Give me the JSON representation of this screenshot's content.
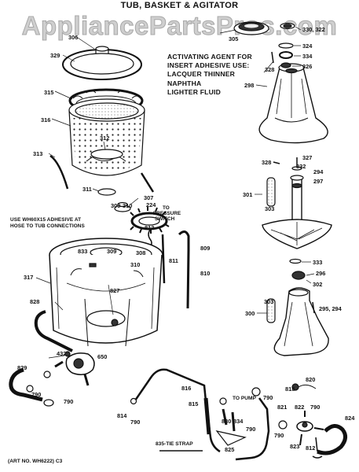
{
  "title": "TUB, BASKET & AGITATOR",
  "watermark": "AppliancePartsPros.com",
  "adhesive_note": [
    "ACTIVATING AGENT FOR",
    "INSERT ADHESIVE USE:",
    "LACQUER THINNER",
    "NAPHTHA",
    "LIGHTER FLUID"
  ],
  "hose_note": [
    "USE WH60X15 ADHESIVE AT",
    "HOSE TO TUB CONNECTIONS"
  ],
  "pressure_switch_label": [
    "TO",
    "PRESSURE",
    "SWITCH"
  ],
  "to_pump_label": "TO PUMP",
  "tie_strap_label": "835-TIE STRAP",
  "art_number": "(ART NO. WH6222) C3",
  "part_numbers": {
    "p305": "305",
    "p306": "306",
    "p329": "329",
    "p315": "315",
    "p316": "316",
    "p312": "312",
    "p313": "313",
    "p311": "311",
    "p307": "307",
    "p224": "224",
    "p309a": "309",
    "p310a": "310",
    "p813": "813",
    "p809": "809",
    "p811": "811",
    "p810": "810",
    "p833": "833",
    "p309b": "309",
    "p308": "308",
    "p310b": "310",
    "p317": "317",
    "p827": "827",
    "p828": "828",
    "p432": "432",
    "p650": "650",
    "p829": "829",
    "p790a": "790",
    "p790b": "790",
    "p814": "814",
    "p790c": "790",
    "p816": "816",
    "p815": "815",
    "p830": "830",
    "p834": "834",
    "p790d": "790",
    "p825": "825",
    "p790e": "790",
    "p818": "818",
    "p820": "820",
    "p821": "821",
    "p822": "822",
    "p790f": "790",
    "p790g": "790",
    "p823": "823",
    "p812": "812",
    "p824": "824",
    "p330": "330, 322",
    "p324": "324",
    "p334": "334",
    "p326": "326",
    "p328a": "328",
    "p298": "298",
    "p327": "327",
    "p328b": "328",
    "p332": "332",
    "p294": "294",
    "p297": "297",
    "p301": "301",
    "p303a": "303",
    "p333": "333",
    "p296": "296",
    "p302": "302",
    "p300": "300",
    "p303b": "303",
    "p295": "295, 294"
  }
}
